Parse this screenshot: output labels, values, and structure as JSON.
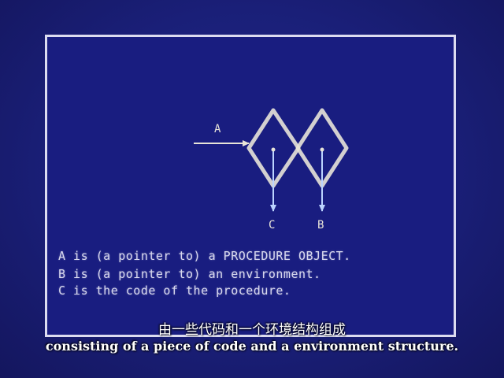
{
  "diagram": {
    "label_a": "A",
    "label_b": "B",
    "label_c": "C"
  },
  "description_lines": [
    "A is (a pointer to) a PROCEDURE OBJECT.",
    "B is (a pointer to) an environment.",
    "C is the code of the procedure."
  ],
  "subtitles": {
    "chinese": "由一些代码和一个环境结构组成",
    "english": "consisting of a piece of code and a environment structure."
  },
  "colors": {
    "background": "#1a1a6e",
    "line": "#e8e4d8",
    "arrow_down": "#bcd4ff"
  }
}
